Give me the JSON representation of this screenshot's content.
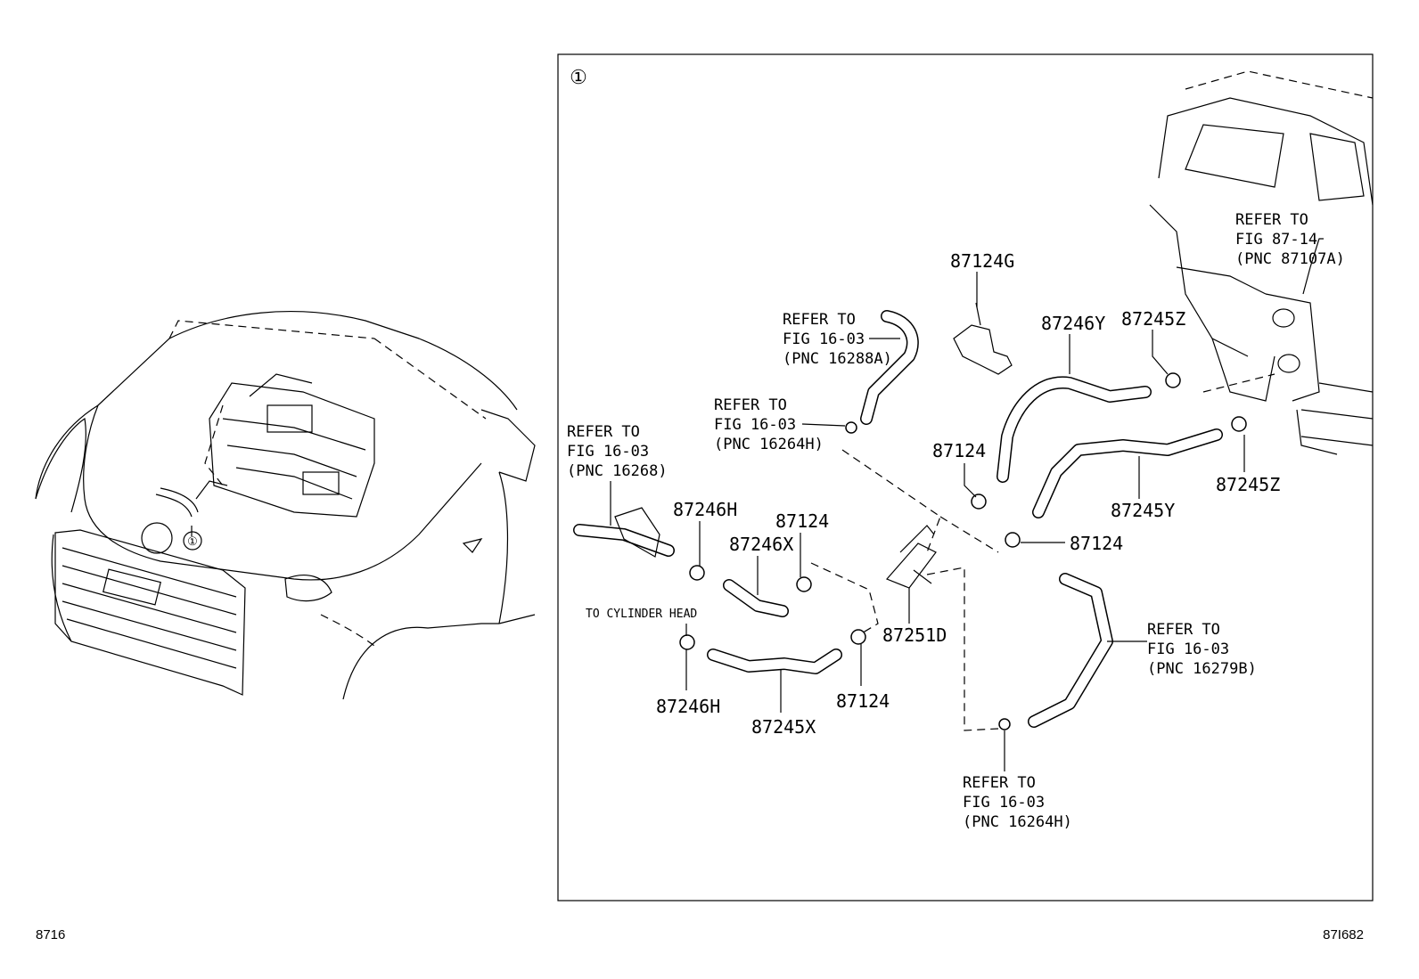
{
  "callout_marker": "①",
  "overview_marker": "①",
  "labels": {
    "p87124g": "87124G",
    "p87246y": "87246Y",
    "p87245z_top": "87245Z",
    "p87245z_right": "87245Z",
    "p87124_mid": "87124",
    "p87124_right": "87124",
    "p87124_a": "87124",
    "p87124_b": "87124",
    "p87245y": "87245Y",
    "p87246h_top": "87246H",
    "p87246x": "87246X",
    "p87251d": "87251D",
    "p87246h_bottom": "87246H",
    "p87245x": "87245X",
    "to_cylinder_head": "TO CYLINDER HEAD"
  },
  "refs": {
    "r16288a": [
      "REFER TO",
      "FIG 16-03",
      "(PNC 16288A)"
    ],
    "r16264h_top": [
      "REFER TO",
      "FIG 16-03",
      "(PNC 16264H)"
    ],
    "r16268": [
      "REFER TO",
      "FIG 16-03",
      "(PNC 16268)"
    ],
    "r87107a": [
      "REFER TO",
      "FIG 87-14",
      "(PNC 87107A)"
    ],
    "r16279b": [
      "REFER TO",
      "FIG 16-03",
      "(PNC 16279B)"
    ],
    "r16264h_bottom": [
      "REFER TO",
      "FIG 16-03",
      "(PNC 16264H)"
    ]
  },
  "footer": {
    "left_code": "8716",
    "right_code": "87I682"
  }
}
